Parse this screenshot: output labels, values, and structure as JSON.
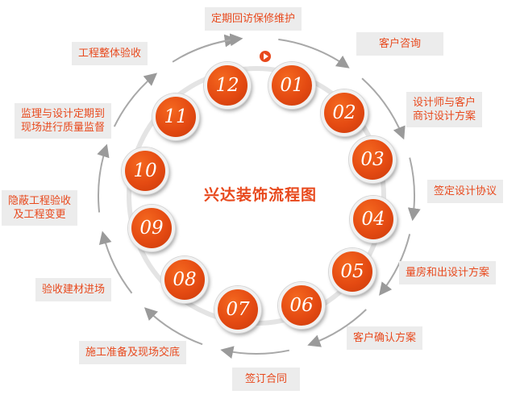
{
  "title": "兴达装饰流程图",
  "steps": [
    {
      "num": "01",
      "label": "客户咨询"
    },
    {
      "num": "02",
      "label": "设计师与客户\n商讨设计方案"
    },
    {
      "num": "03",
      "label": "签定设计协议"
    },
    {
      "num": "04",
      "label": "量房和出设计方案"
    },
    {
      "num": "05",
      "label": "客户确认方案"
    },
    {
      "num": "06",
      "label": "签订合同"
    },
    {
      "num": "07",
      "label": "施工准备及现场交底"
    },
    {
      "num": "08",
      "label": "验收建材进场"
    },
    {
      "num": "09",
      "label": "隐蔽工程验收\n及工程变更"
    },
    {
      "num": "10",
      "label": "监理与设计定期到\n现场进行质量监督"
    },
    {
      "num": "11",
      "label": "工程整体验收"
    },
    {
      "num": "12",
      "label": "定期回访保修维护"
    }
  ],
  "colors": {
    "accent": "#e8491d",
    "label_bg": "#ececec",
    "ring": "#e2e2e2",
    "arrow": "#999999"
  },
  "icons": {
    "start_marker": "play-icon"
  }
}
